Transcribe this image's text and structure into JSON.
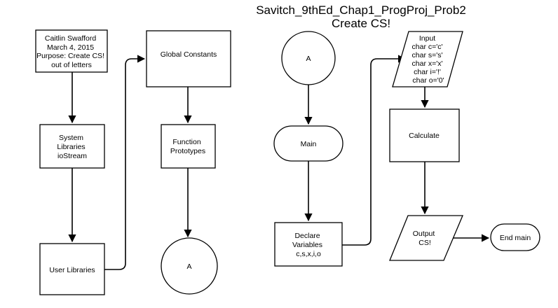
{
  "title": {
    "line1": "Savitch_9thEd_Chap1_ProgProj_Prob2",
    "line2": "Create CS!"
  },
  "nodes": {
    "header": [
      "Caitlin Swafford",
      "March 4, 2015",
      "Purpose: Create CS!",
      "out of letters"
    ],
    "system_libraries": [
      "System",
      "Libraries",
      "ioStream"
    ],
    "user_libraries": [
      "User Libraries"
    ],
    "global_constants": [
      "Global Constants"
    ],
    "function_prototypes": [
      "Function",
      "Prototypes"
    ],
    "connector_out": [
      "A"
    ],
    "connector_in": [
      "A"
    ],
    "main": [
      "Main"
    ],
    "declare_variables": [
      "Declare",
      "Variables",
      "c,s,x,i,o"
    ],
    "input": [
      "Input",
      "char c='c'",
      "char s='s'",
      "char x='x'",
      "char i='!'",
      "char o='0'"
    ],
    "calculate": [
      "Calculate"
    ],
    "output": [
      "Output",
      "CS!"
    ],
    "end_main": [
      "End main"
    ]
  }
}
